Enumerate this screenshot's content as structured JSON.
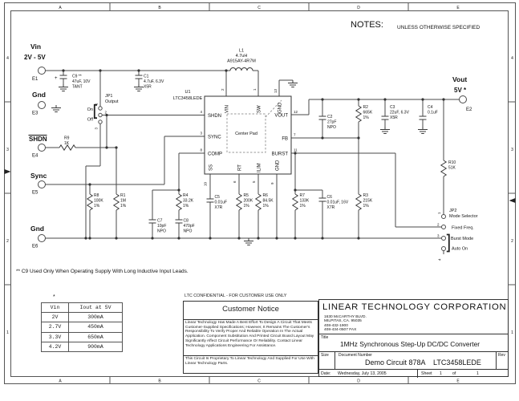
{
  "sheet": {
    "cols": [
      "A",
      "B",
      "C",
      "D",
      "E"
    ],
    "rows": [
      "4",
      "3",
      "2",
      "1"
    ],
    "notes_label": "NOTES:",
    "notes_text": "UNLESS OTHERWISE SPECIFIED",
    "footnote": "** C9 Used Only When Operating Supply With Long Inductive Input Leads.",
    "table_asterisk": "*"
  },
  "terminals": {
    "E1": {
      "name": "Vin",
      "sub": "2V - 5V",
      "ref": "E1"
    },
    "E2": {
      "name": "Vout",
      "sub": "5V *",
      "ref": "E2"
    },
    "E3": {
      "name": "Gnd",
      "ref": "E3"
    },
    "E4": {
      "name": "SHDN",
      "ref": "E4"
    },
    "E5": {
      "name": "Sync",
      "ref": "E5"
    },
    "E6": {
      "name": "Gnd",
      "ref": "E6"
    }
  },
  "ic": {
    "ref": "U1",
    "part": "LTC3458LEDE",
    "pad": "Center Pad",
    "pins_top": [
      {
        "name": "VIN",
        "num": "2"
      },
      {
        "name": "SW",
        "num": "1"
      },
      {
        "name": "GND",
        "num": "13"
      }
    ],
    "pins_left": [
      {
        "name": "SHDN",
        "num": "4"
      },
      {
        "name": "SYNC",
        "num": "3"
      },
      {
        "name": "COMP",
        "num": "8"
      }
    ],
    "pins_right": [
      {
        "name": "VOUT",
        "num": "12"
      },
      {
        "name": "FB",
        "num": "7"
      },
      {
        "name": "BURST",
        "num": "11"
      }
    ],
    "pins_bottom": [
      {
        "name": "SS",
        "num": "10"
      },
      {
        "name": "RT",
        "num": "6"
      },
      {
        "name": "ILIM",
        "num": "5"
      },
      {
        "name": "GND",
        "num": "9"
      }
    ]
  },
  "components": {
    "L1": {
      "l1": "L1",
      "l2": "4.7uH",
      "l3": "A915AY-4R7M"
    },
    "C9": {
      "l1": "C9  **",
      "l2": "47uF, 10V",
      "l3": "TANT",
      "plus": "+"
    },
    "C1": {
      "l1": "C1",
      "l2": "4.7uF, 6.3V",
      "l3": "X5R"
    },
    "R9": {
      "l1": "R9",
      "l2": "1K"
    },
    "R8": {
      "l1": "R8",
      "l2": "100K",
      "l3": "1%"
    },
    "R1": {
      "l1": "R1",
      "l2": "1M",
      "l3": "1%"
    },
    "C7": {
      "l1": "C7",
      "l2": "10pF",
      "l3": "NPO"
    },
    "R4": {
      "l1": "R4",
      "l2": "33.2K",
      "l3": "1%"
    },
    "C8": {
      "l1": "C8",
      "l2": "470pF",
      "l3": "NPO"
    },
    "C5": {
      "l1": "C5",
      "l2": "0.01uF",
      "l3": "X7R"
    },
    "R5": {
      "l1": "R5",
      "l2": "200K",
      "l3": "1%"
    },
    "R6": {
      "l1": "R6",
      "l2": "84.5K",
      "l3": "1%"
    },
    "R7": {
      "l1": "R7",
      "l2": "133K",
      "l3": "1%"
    },
    "C6": {
      "l1": "C6",
      "l2": "0.01uF, 16V",
      "l3": "X7R"
    },
    "R3": {
      "l1": "R3",
      "l2": "215K",
      "l3": "1%"
    },
    "C2": {
      "l1": "C2",
      "l2": "27pF",
      "l3": "NPO"
    },
    "R2": {
      "l1": "R2",
      "l2": "665K",
      "l3": "1%"
    },
    "C3": {
      "l1": "C3",
      "l2": "22uF, 6.3V",
      "l3": "X5R"
    },
    "C4": {
      "l1": "C4",
      "l2": "0.1uF"
    },
    "R10": {
      "l1": "R10",
      "l2": "51K"
    }
  },
  "jp1": {
    "ref": "JP1",
    "label": "Output",
    "on": "On",
    "off": "Off",
    "p1": "1",
    "p2": "2",
    "p3": "3"
  },
  "jp2": {
    "ref": "JP2",
    "label": "Mode Selector",
    "opt1": "Fixed Freq.",
    "opt2": "Burst Mode",
    "opt3": "Auto On",
    "p1": "1",
    "p2": "2",
    "p3": "3",
    "p4": "4"
  },
  "table": {
    "h1": "Vin",
    "h2": "Iout at 5V",
    "rows": [
      [
        "2V",
        "300mA"
      ],
      [
        "2.7V",
        "450mA"
      ],
      [
        "3.3V",
        "650mA"
      ],
      [
        "4.2V",
        "900mA"
      ]
    ]
  },
  "notice": {
    "confidential": "LTC CONFIDENTIAL - FOR CUSTOMER USE ONLY",
    "title": "Customer Notice",
    "p1": "Linear Technology Has Made A Best Effort To Design A Circuit That Meets Customer-Supplied Specifications; However, It Remains The Customer's Responsibility To Verify Proper And Reliable Operation In The Actual Application. Component Substitution And Printed Circuit Board Layout May Significantly Affect Circuit Performance Or Reliability. Contact Linear Technology Applications Engineering For Assistance.",
    "p2": "This Circuit Is Proprietary To Linear Technology And Supplied For Use With Linear Technology Parts."
  },
  "title_block": {
    "company": "LINEAR TECHNOLOGY CORPORATION",
    "addr1": "1630 McCARTHY BLVD.",
    "addr2": "MILPITAS, CA. 95035",
    "addr3": "408-432-1900",
    "addr4": "408-434-0507 FAX",
    "title_label": "Title",
    "title": "1MHz Synchronous Step-Up DC/DC Converter",
    "size_label": "Size",
    "doc_label": "Document Number",
    "doc1": "Demo Circuit 878A",
    "doc2": "LTC3458LEDE",
    "rev_label": "Rev",
    "date_label": "Date:",
    "date": "Wednesday, July 13, 2005",
    "sheet_label": "Sheet",
    "sheet_no": "1",
    "of_label": "of",
    "sheet_total": "1"
  }
}
